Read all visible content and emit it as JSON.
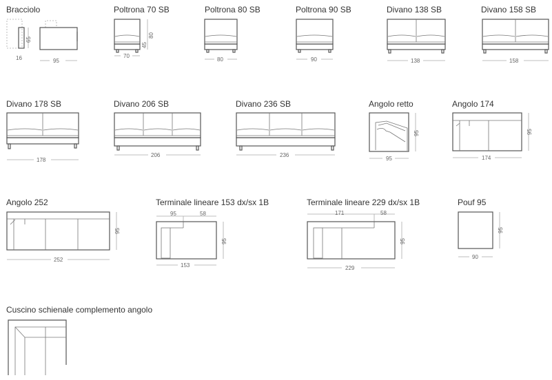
{
  "items": {
    "bracciolo": {
      "title": "Bracciolo",
      "height": "65",
      "base": "16",
      "width": "95"
    },
    "poltrona70": {
      "title": "Poltrona 70 SB",
      "width": "70",
      "height": "80",
      "seat": "45"
    },
    "poltrona80": {
      "title": "Poltrona 80 SB",
      "width": "80"
    },
    "poltrona90": {
      "title": "Poltrona 90 SB",
      "width": "90"
    },
    "divano138": {
      "title": "Divano 138 SB",
      "width": "138"
    },
    "divano158": {
      "title": "Divano 158 SB",
      "width": "158"
    },
    "divano178": {
      "title": "Divano 178 SB",
      "width": "178"
    },
    "divano206": {
      "title": "Divano 206 SB",
      "width": "206"
    },
    "divano236": {
      "title": "Divano 236 SB",
      "width": "236"
    },
    "angoloretto": {
      "title": "Angolo retto",
      "width": "95",
      "depth": "95"
    },
    "angolo174": {
      "title": "Angolo 174",
      "width": "174",
      "depth": "95"
    },
    "angolo252": {
      "title": "Angolo 252",
      "width": "252",
      "depth": "95"
    },
    "terminale153": {
      "title": "Terminale lineare 153 dx/sx 1B",
      "width": "153",
      "part_a": "95",
      "part_b": "58",
      "depth": "95"
    },
    "terminale229": {
      "title": "Terminale lineare 229 dx/sx 1B",
      "width": "229",
      "part_a": "171",
      "part_b": "58",
      "depth": "95"
    },
    "pouf95": {
      "title": "Pouf 95",
      "width": "90",
      "depth": "95"
    },
    "cuscino": {
      "title": "Cuscino schienale complemento angolo"
    }
  }
}
